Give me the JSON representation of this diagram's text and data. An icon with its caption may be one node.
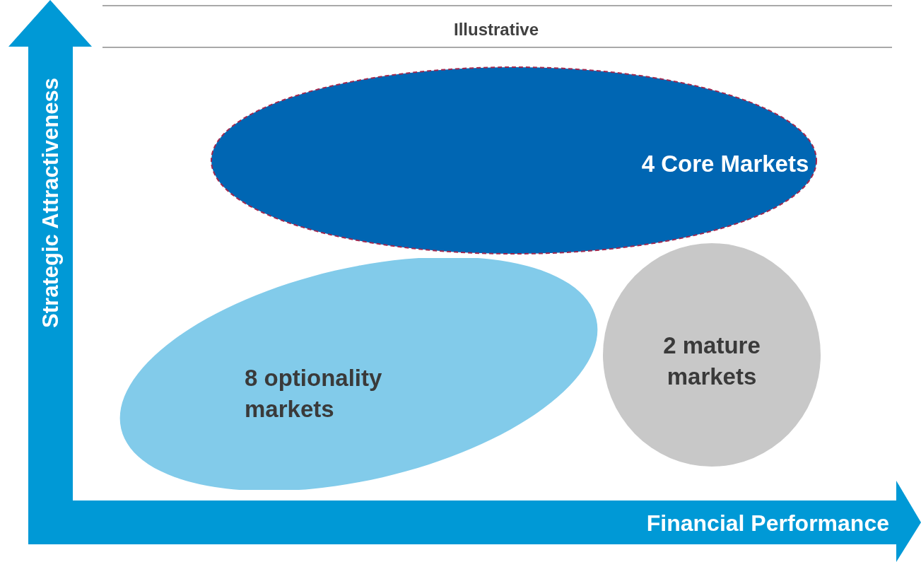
{
  "diagram": {
    "nodes": [
      {
        "text": [
          "4 Core Markets"
        ]
      },
      {
        "text": [
          "8 optionality markets"
        ]
      },
      {
        "text": [
          "2 mature markets"
        ]
      }
    ],
    "labels": [
      "Illustrative",
      "Strategic Attractiveness",
      "Financial Performance"
    ]
  }
}
